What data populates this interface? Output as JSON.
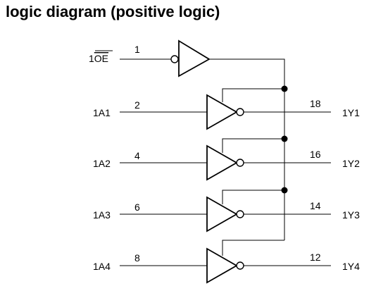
{
  "title": "logic diagram (positive logic)",
  "enable": {
    "signal_prefix": "1",
    "signal_bar": "OE",
    "pin": "1"
  },
  "channels": [
    {
      "input": "1A1",
      "in_pin": "2",
      "out_pin": "18",
      "output": "1Y1"
    },
    {
      "input": "1A2",
      "in_pin": "4",
      "out_pin": "16",
      "output": "1Y2"
    },
    {
      "input": "1A3",
      "in_pin": "6",
      "out_pin": "14",
      "output": "1Y3"
    },
    {
      "input": "1A4",
      "in_pin": "8",
      "out_pin": "12",
      "output": "1Y4"
    }
  ]
}
